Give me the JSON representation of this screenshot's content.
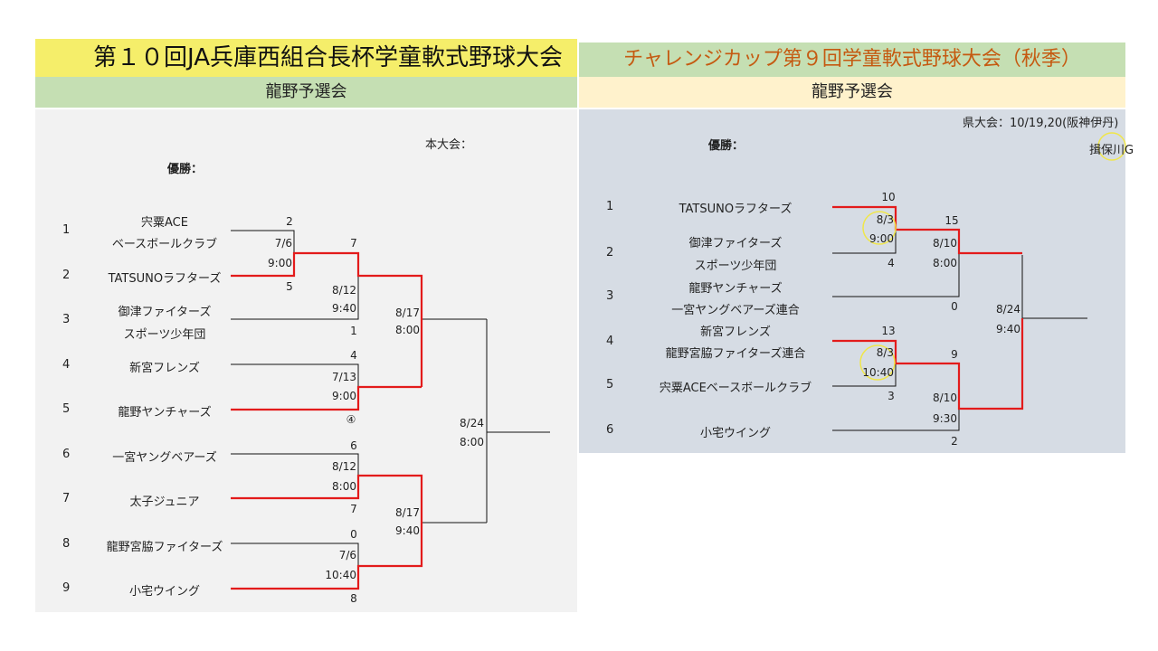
{
  "left": {
    "title": "第１０回JA兵庫西組合長杯学童軟式野球大会",
    "subtitle": "龍野予選会",
    "main_tournament_label": "本大会：",
    "winner_label": "優勝：",
    "seeds": [
      "1",
      "2",
      "3",
      "4",
      "5",
      "6",
      "7",
      "8",
      "9"
    ],
    "teams": [
      "宍粟ACE",
      "ベースボールクラブ",
      "TATSUNOラフターズ",
      "御津ファイターズ",
      "スポーツ少年団",
      "新宮フレンズ",
      "龍野ヤンチャーズ",
      "一宮ヤングベアーズ",
      "太子ジュニア",
      "龍野宮脇ファイターズ",
      "小宅ウイング"
    ],
    "scores": {
      "m1_top": "2",
      "m1_bottom": "5",
      "m1_date": "7/6",
      "m1_time": "9:00",
      "m2_top": "7",
      "m2_bottom": "1",
      "m2_date": "8/12",
      "m2_time": "9:40",
      "m3_top": "4",
      "m3_bottom": "④",
      "m3_date": "7/13",
      "m3_time": "9:00",
      "m4_date": "8/17",
      "m4_time": "8:00",
      "m5_top": "6",
      "m5_bottom": "7",
      "m5_date": "8/12",
      "m5_time": "8:00",
      "m6_top": "0",
      "m6_bottom": "8",
      "m6_date": "7/6",
      "m6_time": "10:40",
      "m7_date": "8/17",
      "m7_time": "9:40",
      "final_date": "8/24",
      "final_time": "8:00"
    }
  },
  "right": {
    "title": "チャレンジカップ第９回学童軟式野球大会（秋季）",
    "subtitle": "龍野予選会",
    "prefecture_label": "県大会：10/19,20(阪神伊丹)",
    "venue_label": "揖保川G",
    "winner_label": "優勝：",
    "seeds": [
      "1",
      "2",
      "3",
      "4",
      "5",
      "6"
    ],
    "teams": [
      "TATSUNOラフターズ",
      "御津ファイターズ",
      "スポーツ少年団",
      "龍野ヤンチャーズ",
      "一宮ヤングベアーズ連合",
      "新宮フレンズ",
      "龍野宮脇ファイターズ連合",
      "宍粟ACEベースボールクラブ",
      "小宅ウイング"
    ],
    "scores": {
      "r1_top": "10",
      "r1_bottom": "4",
      "r1_date": "8/3",
      "r1_time": "9:00",
      "r2_top": "15",
      "r2_bottom": "0",
      "r2_date": "8/10",
      "r2_time": "8:00",
      "r3_top": "13",
      "r3_bottom": "3",
      "r3_date": "8/3",
      "r3_time": "10:40",
      "r4_top": "9",
      "r4_bottom": "2",
      "r4_date": "8/10",
      "r4_time": "9:30",
      "final_date": "8/24",
      "final_time": "9:40"
    }
  },
  "colors": {
    "win_line": "#e31b1b",
    "line": "#111111",
    "highlight_circle": "#f0e64a"
  }
}
